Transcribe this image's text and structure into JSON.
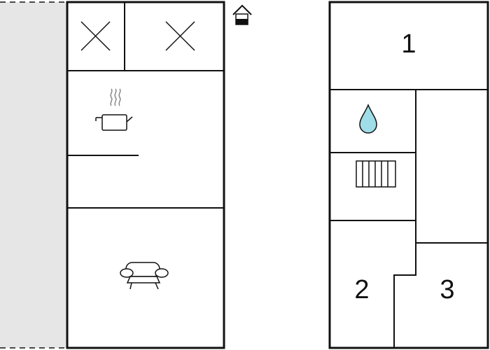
{
  "floor_plan": {
    "entrance": {
      "icon": "house-entrance-icon"
    },
    "ground_floor": {
      "rooms": [
        {
          "type": "storage",
          "icon": "cross-icon"
        },
        {
          "type": "storage",
          "icon": "cross-icon"
        },
        {
          "type": "kitchen",
          "icon": "cooking-pot-icon"
        },
        {
          "type": "living-room",
          "icon": "sofa-icon"
        }
      ]
    },
    "upper_floor": {
      "rooms": [
        {
          "label": "1",
          "type": "bedroom"
        },
        {
          "type": "bathroom",
          "icon": "water-drop-icon"
        },
        {
          "type": "utility",
          "icon": "radiator-icon"
        },
        {
          "label": "2",
          "type": "bedroom"
        },
        {
          "label": "3",
          "type": "bedroom"
        }
      ]
    },
    "colors": {
      "wall": "#111111",
      "terrace": "#e6e6e6",
      "water": "#9fdde8"
    }
  }
}
